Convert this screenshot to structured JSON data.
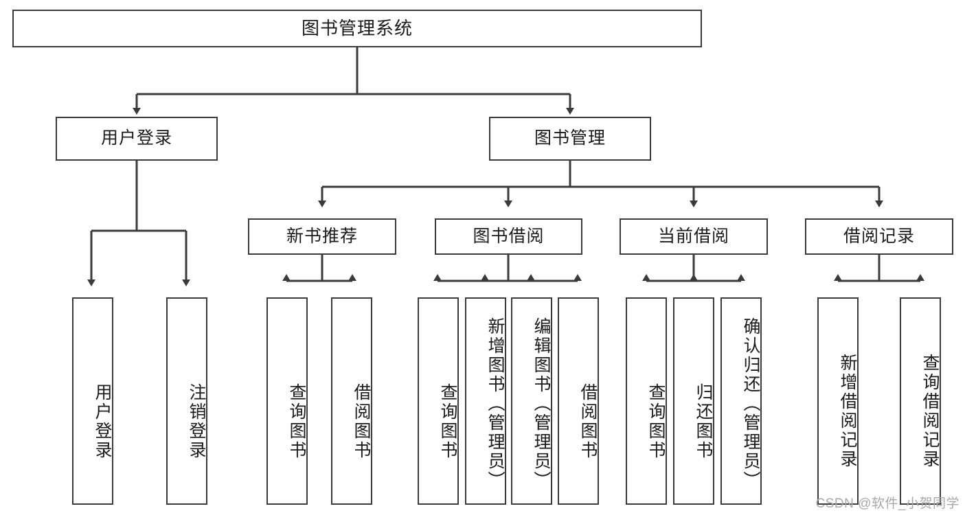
{
  "diagram": {
    "title": "图书管理系统",
    "type": "tree-hierarchy",
    "stroke_color": "#3a3a3a",
    "background_color": "#ffffff",
    "root": {
      "label": "图书管理系统"
    },
    "level2": [
      {
        "label": "用户登录"
      },
      {
        "label": "图书管理"
      }
    ],
    "level3": [
      {
        "label": "新书推荐"
      },
      {
        "label": "图书借阅"
      },
      {
        "label": "当前借阅"
      },
      {
        "label": "借阅记录"
      }
    ],
    "leaves": {
      "user_login": [
        {
          "label": "用户登录"
        },
        {
          "label": "注销登录"
        }
      ],
      "new_book_recommend": [
        {
          "label": "查询图书"
        },
        {
          "label": "借阅图书"
        }
      ],
      "book_borrow": [
        {
          "label": "查询图书"
        },
        {
          "label": "新增图书（管理员）"
        },
        {
          "label": "编辑图书（管理员）"
        },
        {
          "label": "借阅图书"
        }
      ],
      "current_borrow": [
        {
          "label": "查询图书"
        },
        {
          "label": "归还图书"
        },
        {
          "label": "确认归还（管理员）"
        }
      ],
      "borrow_record": [
        {
          "label": "新增借阅记录"
        },
        {
          "label": "查询借阅记录"
        }
      ]
    }
  },
  "watermark": {
    "text": "CSDN @软件_小贺同学"
  }
}
